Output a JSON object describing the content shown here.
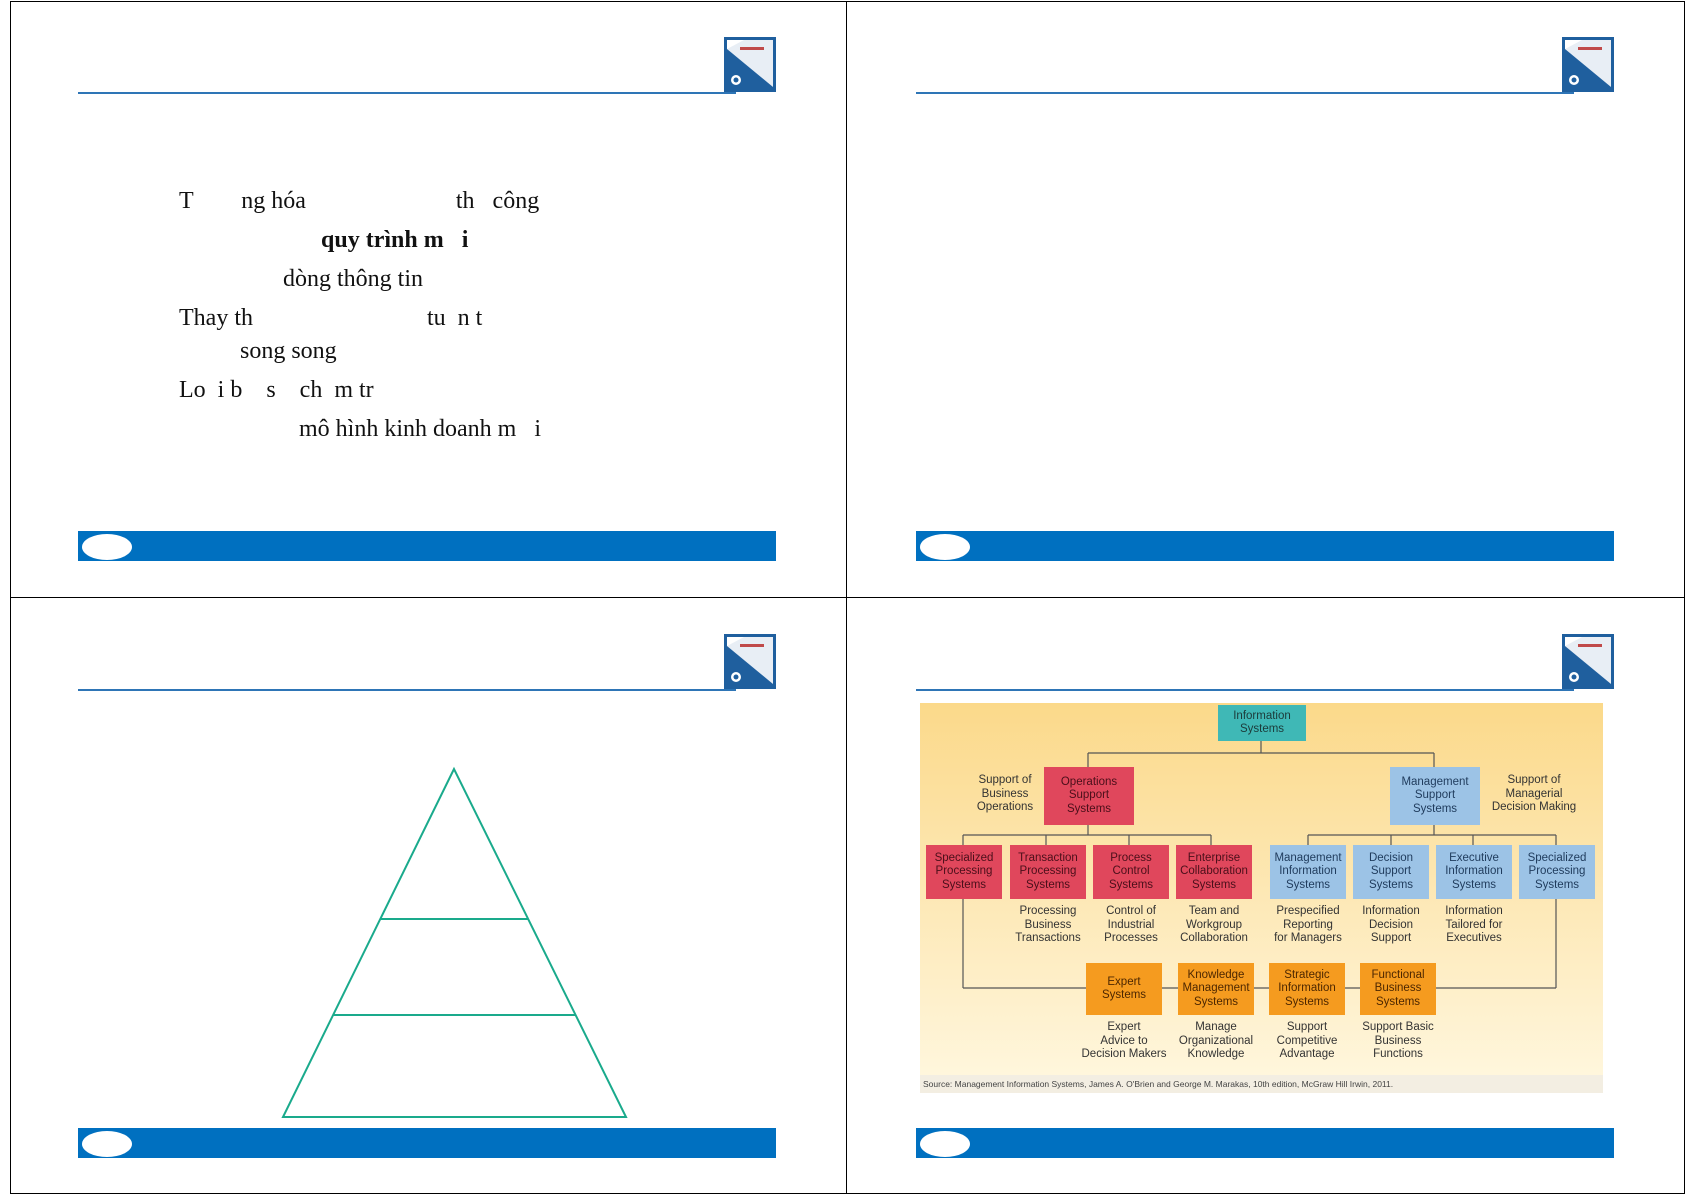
{
  "slide1": {
    "lines": [
      "T        ng hóa                         th   công",
      "quy trình m   i",
      "dòng thông tin",
      "Thay th                             tu  n t",
      "song song",
      "Lo  i b    s    ch  m tr",
      "mô hình kinh doanh m   i"
    ]
  },
  "chart": {
    "root": "Information\nSystems",
    "left_label": "Support of\nBusiness\nOperations",
    "ops": "Operations\nSupport\nSystems",
    "mgmt": "Management\nSupport\nSystems",
    "right_label": "Support of\nManagerial\nDecision Making",
    "row2": [
      {
        "label": "Specialized\nProcessing\nSystems",
        "desc": ""
      },
      {
        "label": "Transaction\nProcessing\nSystems",
        "desc": "Processing\nBusiness\nTransactions"
      },
      {
        "label": "Process\nControl\nSystems",
        "desc": "Control of\nIndustrial\nProcesses"
      },
      {
        "label": "Enterprise\nCollaboration\nSystems",
        "desc": "Team and\nWorkgroup\nCollaboration"
      },
      {
        "label": "Management\nInformation\nSystems",
        "desc": "Prespecified\nReporting\nfor Managers"
      },
      {
        "label": "Decision\nSupport\nSystems",
        "desc": "Information\nDecision\nSupport"
      },
      {
        "label": "Executive\nInformation\nSystems",
        "desc": "Information\nTailored for\nExecutives"
      },
      {
        "label": "Specialized\nProcessing\nSystems",
        "desc": ""
      }
    ],
    "row3": [
      {
        "label": "Expert\nSystems",
        "desc": "Expert\nAdvice to\nDecision Makers"
      },
      {
        "label": "Knowledge\nManagement\nSystems",
        "desc": "Manage\nOrganizational\nKnowledge"
      },
      {
        "label": "Strategic\nInformation\nSystems",
        "desc": "Support\nCompetitive\nAdvantage"
      },
      {
        "label": "Functional\nBusiness\nSystems",
        "desc": "Support Basic\nBusiness\nFunctions"
      }
    ],
    "source": "Source: Management Information Systems, James A. O'Brien and George M. Marakas, 10th edition, McGraw Hill Irwin, 2011."
  },
  "colors": {
    "accent_blue": "#0070c0",
    "line_blue": "#2e75b6",
    "pyramid": "#1aaa8c"
  }
}
